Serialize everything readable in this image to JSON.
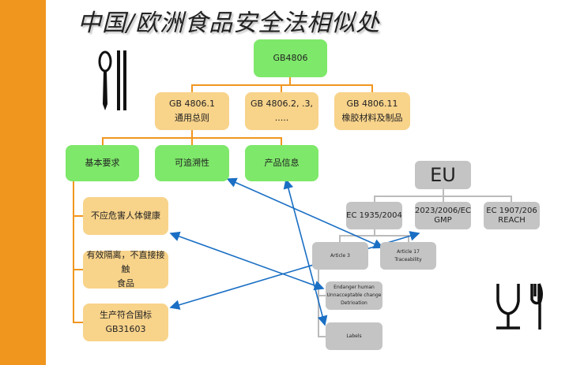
{
  "title": "中国/欧洲食品安全法相似处",
  "china": {
    "root": "GB4806",
    "level2": [
      {
        "line1": "GB 4806.1",
        "line2": "通用总则"
      },
      {
        "line1": "GB 4806.2, .3, .....",
        "line2": ""
      },
      {
        "line1": "GB 4806.11",
        "line2": "橡胶材料及制品"
      }
    ],
    "level3": [
      "基本要求",
      "可追溯性",
      "产品信息"
    ],
    "requirements": [
      {
        "line1": "不应危害人体健康",
        "line2": ""
      },
      {
        "line1": "有效隔离，不直接接触",
        "line2": "食品"
      },
      {
        "line1": "生产符合国标GB31603",
        "line2": ""
      }
    ]
  },
  "eu": {
    "root": "EU",
    "level2": [
      {
        "line1": "EC 1935/2004",
        "line2": ""
      },
      {
        "line1": "2023/2006/EC",
        "line2": "GMP"
      },
      {
        "line1": "EC 1907/206",
        "line2": "REACH"
      }
    ],
    "articles": [
      {
        "line1": "Article 3",
        "line2": ""
      },
      {
        "line1": "Article 17",
        "line2": "Traceability"
      }
    ],
    "sub": [
      {
        "line1": "Endanger human",
        "line2": "Unnacceptable change",
        "line3": "Detrioation"
      },
      {
        "line1": "Labels"
      }
    ]
  },
  "colors": {
    "orange": "#f0961e",
    "green": "#7ee86a",
    "tan": "#f8d38a",
    "gray": "#c4c4c4",
    "arrow": "#1a6fc4"
  }
}
